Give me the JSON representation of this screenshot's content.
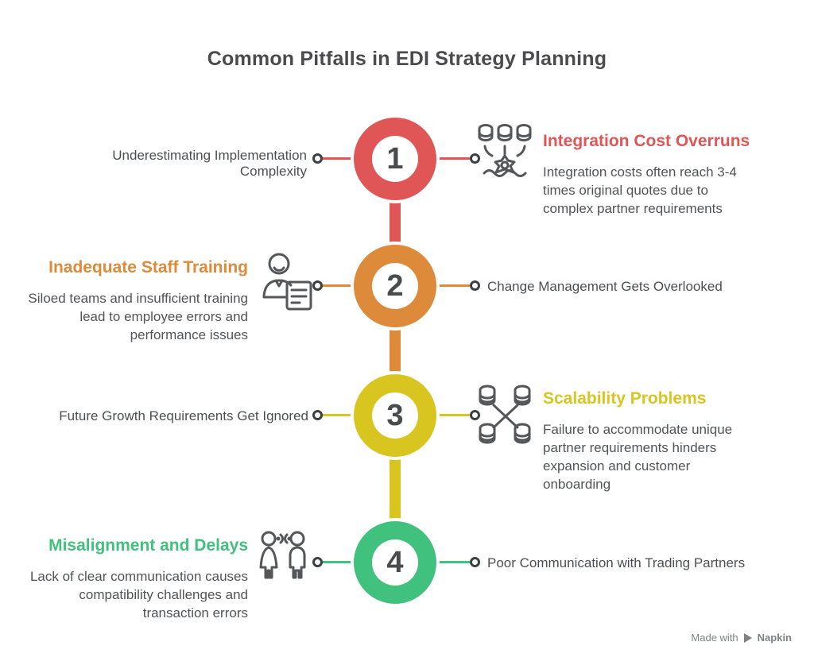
{
  "title": "Common Pitfalls in EDI Strategy Planning",
  "colors": {
    "red": "#e05556",
    "orange": "#dd8a3a",
    "yellow": "#d9c520",
    "green": "#41c17e",
    "text_dark": "#4b4b4d",
    "text_body": "#525357",
    "icon_gray": "#55565a"
  },
  "items": [
    {
      "number": "1",
      "color": "#e05556",
      "side_label": "Underestimating Implementation Complexity",
      "heading": "Integration Cost Overruns",
      "description": "Integration costs often reach 3-4 times original quotes due to complex partner requirements",
      "icon": "databases-crash-icon"
    },
    {
      "number": "2",
      "color": "#dd8a3a",
      "side_label": "Change Management Gets Overlooked",
      "heading": "Inadequate Staff Training",
      "description": "Siloed teams and insufficient training lead to employee errors and performance issues",
      "icon": "person-document-icon"
    },
    {
      "number": "3",
      "color": "#d9c520",
      "side_label": "Future Growth Requirements Get Ignored",
      "heading": "Scalability Problems",
      "description": "Failure to accommodate unique partner requirements hinders expansion and customer onboarding",
      "icon": "databases-network-icon"
    },
    {
      "number": "4",
      "color": "#41c17e",
      "side_label": "Poor Communication with Trading Partners",
      "heading": "Misalignment and Delays",
      "description": "Lack of clear communication causes compatibility challenges and transaction errors",
      "icon": "people-communication-icon"
    }
  ],
  "footer": {
    "made_with": "Made with",
    "brand": "Napkin"
  }
}
